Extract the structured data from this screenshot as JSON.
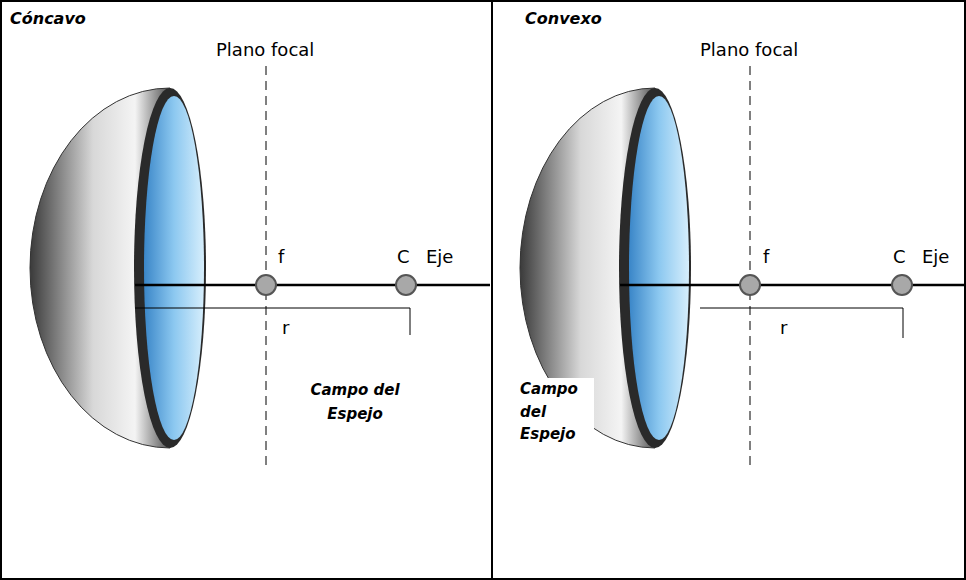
{
  "diagram": {
    "labels": [
      "Cóncavo",
      "Plano focal",
      "f",
      "C",
      "Eje",
      "r",
      "Campo del Espejo",
      "Convexo",
      "Plano focal",
      "f",
      "C",
      "Eje",
      "r",
      "Campo del Espejo"
    ]
  }
}
